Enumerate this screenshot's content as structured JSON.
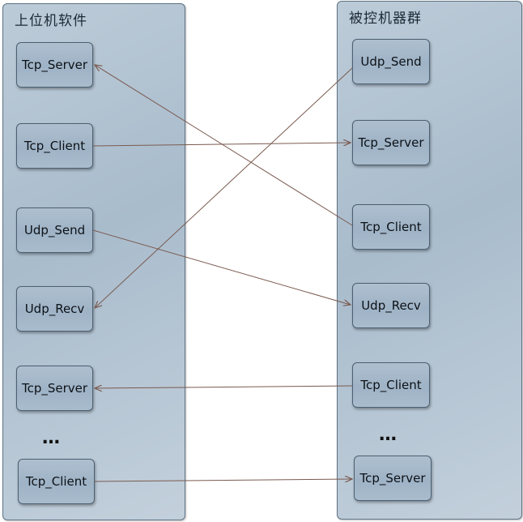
{
  "left_panel": {
    "title": "上位机软件",
    "nodes": [
      "Tcp_Server",
      "Tcp_Client",
      "Udp_Send",
      "Udp_Recv",
      "Tcp_Server",
      "Tcp_Client"
    ],
    "ellipsis": "…"
  },
  "right_panel": {
    "title": "被控机器群",
    "nodes": [
      "Udp_Send",
      "Tcp_Server",
      "Tcp_Client",
      "Udp_Recv",
      "Tcp_Client",
      "Tcp_Server"
    ],
    "ellipsis": "…"
  },
  "colors": {
    "panel_fill": "#b3c4d3",
    "node_fill": "#a6b8ca",
    "border": "#4c6072",
    "connector": "#7a5a50"
  },
  "connections": [
    {
      "from": "right.2",
      "to": "left.0"
    },
    {
      "from": "left.1",
      "to": "right.1"
    },
    {
      "from": "right.0",
      "to": "left.3"
    },
    {
      "from": "left.2",
      "to": "right.3"
    },
    {
      "from": "right.4",
      "to": "left.4"
    },
    {
      "from": "left.5",
      "to": "right.5"
    }
  ]
}
